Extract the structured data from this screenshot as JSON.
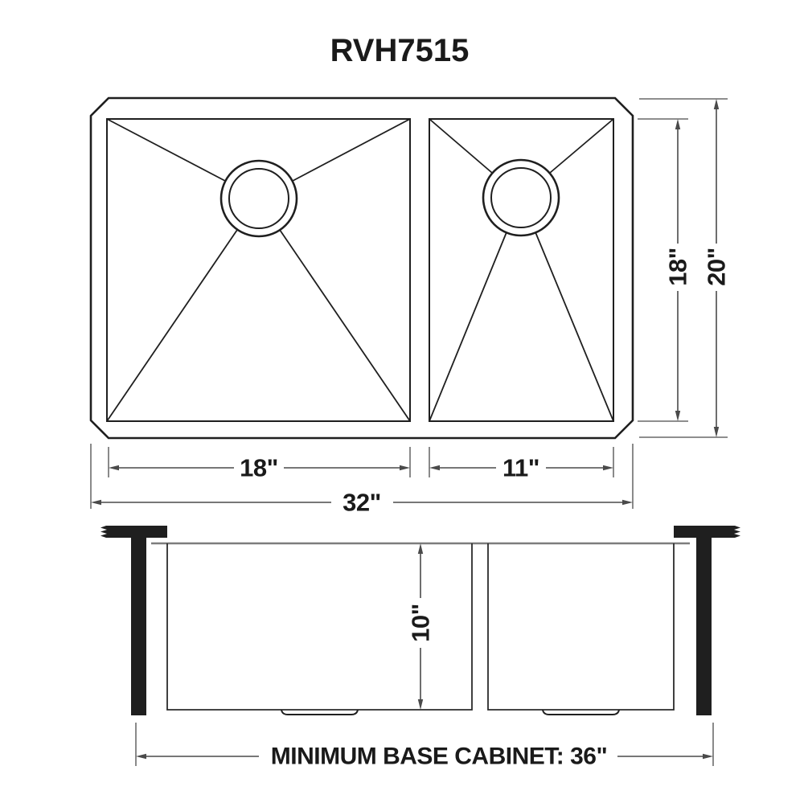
{
  "title": "RVH7515",
  "colors": {
    "line": "#1f1f1f",
    "dim_line": "#4a4a4a",
    "rim_gray": "#7d7d7d",
    "text": "#1a1a1a",
    "background": "#ffffff"
  },
  "top_view": {
    "dim_left_bowl_width": "18\"",
    "dim_right_bowl_width": "11\"",
    "dim_overall_width": "32\"",
    "dim_bowl_front_to_back": "18\"",
    "dim_overall_front_to_back": "20\""
  },
  "side_view": {
    "dim_bowl_depth": "10\"",
    "dim_base_cabinet": "MINIMUM BASE CABINET: 36\""
  }
}
